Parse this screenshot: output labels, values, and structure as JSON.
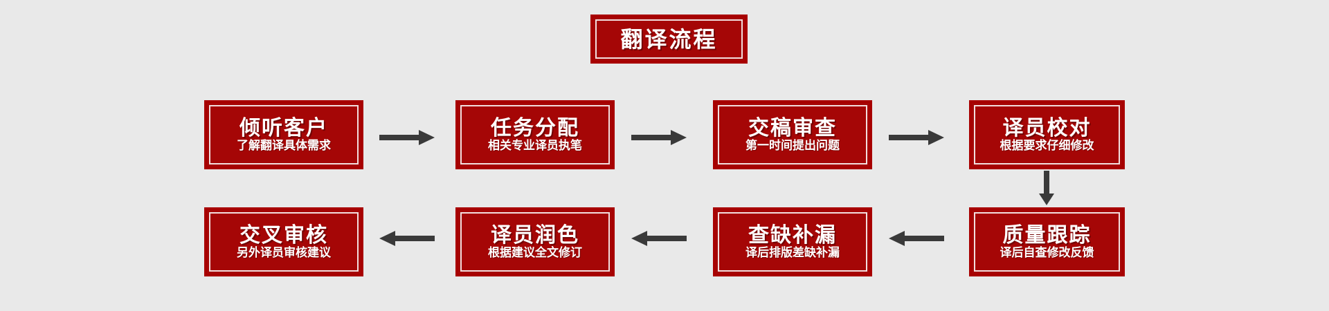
{
  "diagram": {
    "title": "翻译流程",
    "background_color": "#e9e9e9",
    "box_color": "#a50606",
    "border_color": "#a80000",
    "inner_line_color": "#f2dede",
    "text_color": "#ffffff",
    "arrow_color": "#3a3a3a"
  },
  "nodes": [
    {
      "id": "listen-client",
      "title": "倾听客户",
      "subtitle": "了解翻译具体需求"
    },
    {
      "id": "task-assign",
      "title": "任务分配",
      "subtitle": "相关专业译员执笔"
    },
    {
      "id": "draft-review",
      "title": "交稿审查",
      "subtitle": "第一时间提出问题"
    },
    {
      "id": "translator-proof",
      "title": "译员校对",
      "subtitle": "根据要求仔细修改"
    },
    {
      "id": "quality-track",
      "title": "质量跟踪",
      "subtitle": "译后自查修改反馈"
    },
    {
      "id": "gap-fill",
      "title": "查缺补漏",
      "subtitle": "译后排版差缺补漏"
    },
    {
      "id": "translator-polish",
      "title": "译员润色",
      "subtitle": "根据建议全文修订"
    },
    {
      "id": "cross-review",
      "title": "交叉审核",
      "subtitle": "另外译员审核建议"
    }
  ],
  "connectors": [
    {
      "id": "listen-to-assign",
      "direction": "right"
    },
    {
      "id": "assign-to-draft",
      "direction": "right"
    },
    {
      "id": "draft-to-proof",
      "direction": "right"
    },
    {
      "id": "proof-to-quality",
      "direction": "down"
    },
    {
      "id": "quality-to-gap",
      "direction": "left"
    },
    {
      "id": "gap-to-polish",
      "direction": "left"
    },
    {
      "id": "polish-to-cross",
      "direction": "left"
    }
  ]
}
